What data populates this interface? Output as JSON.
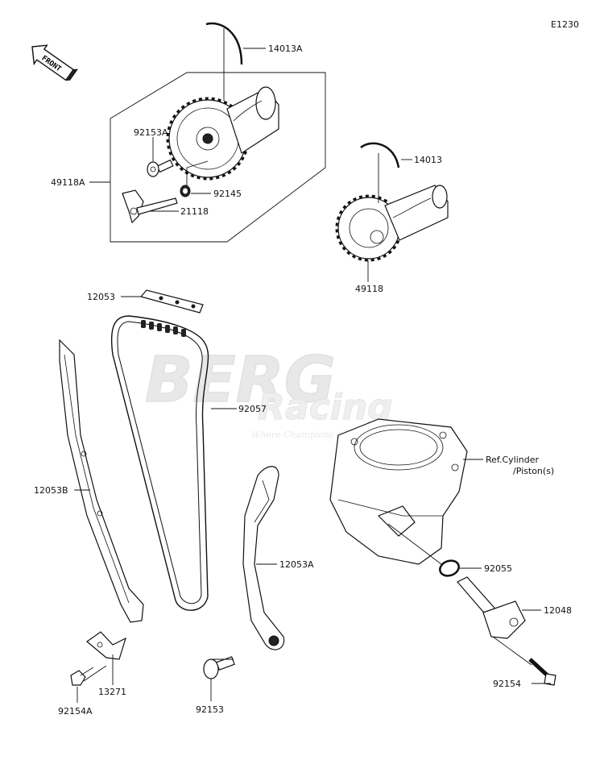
{
  "diagram_code": "E1230",
  "front_label": "FRONT",
  "watermark": {
    "brand": "BERG",
    "sub": "Racing",
    "tagline": "Where Champions Are Made"
  },
  "ref_note": {
    "line1": "Ref.Cylinder",
    "line2": "/Piston(s)"
  },
  "parts": {
    "p14013A": "14013A",
    "p92153A": "92153A",
    "p49118A": "49118A",
    "p92145": "92145",
    "p21118": "21118",
    "p14013": "14013",
    "p49118": "49118",
    "p12053": "12053",
    "p92057": "92057",
    "p12053B": "12053B",
    "p12053A": "12053A",
    "p92055": "92055",
    "p12048": "12048",
    "p13271": "13271",
    "p92154A": "92154A",
    "p92153": "92153",
    "p92154": "92154"
  }
}
